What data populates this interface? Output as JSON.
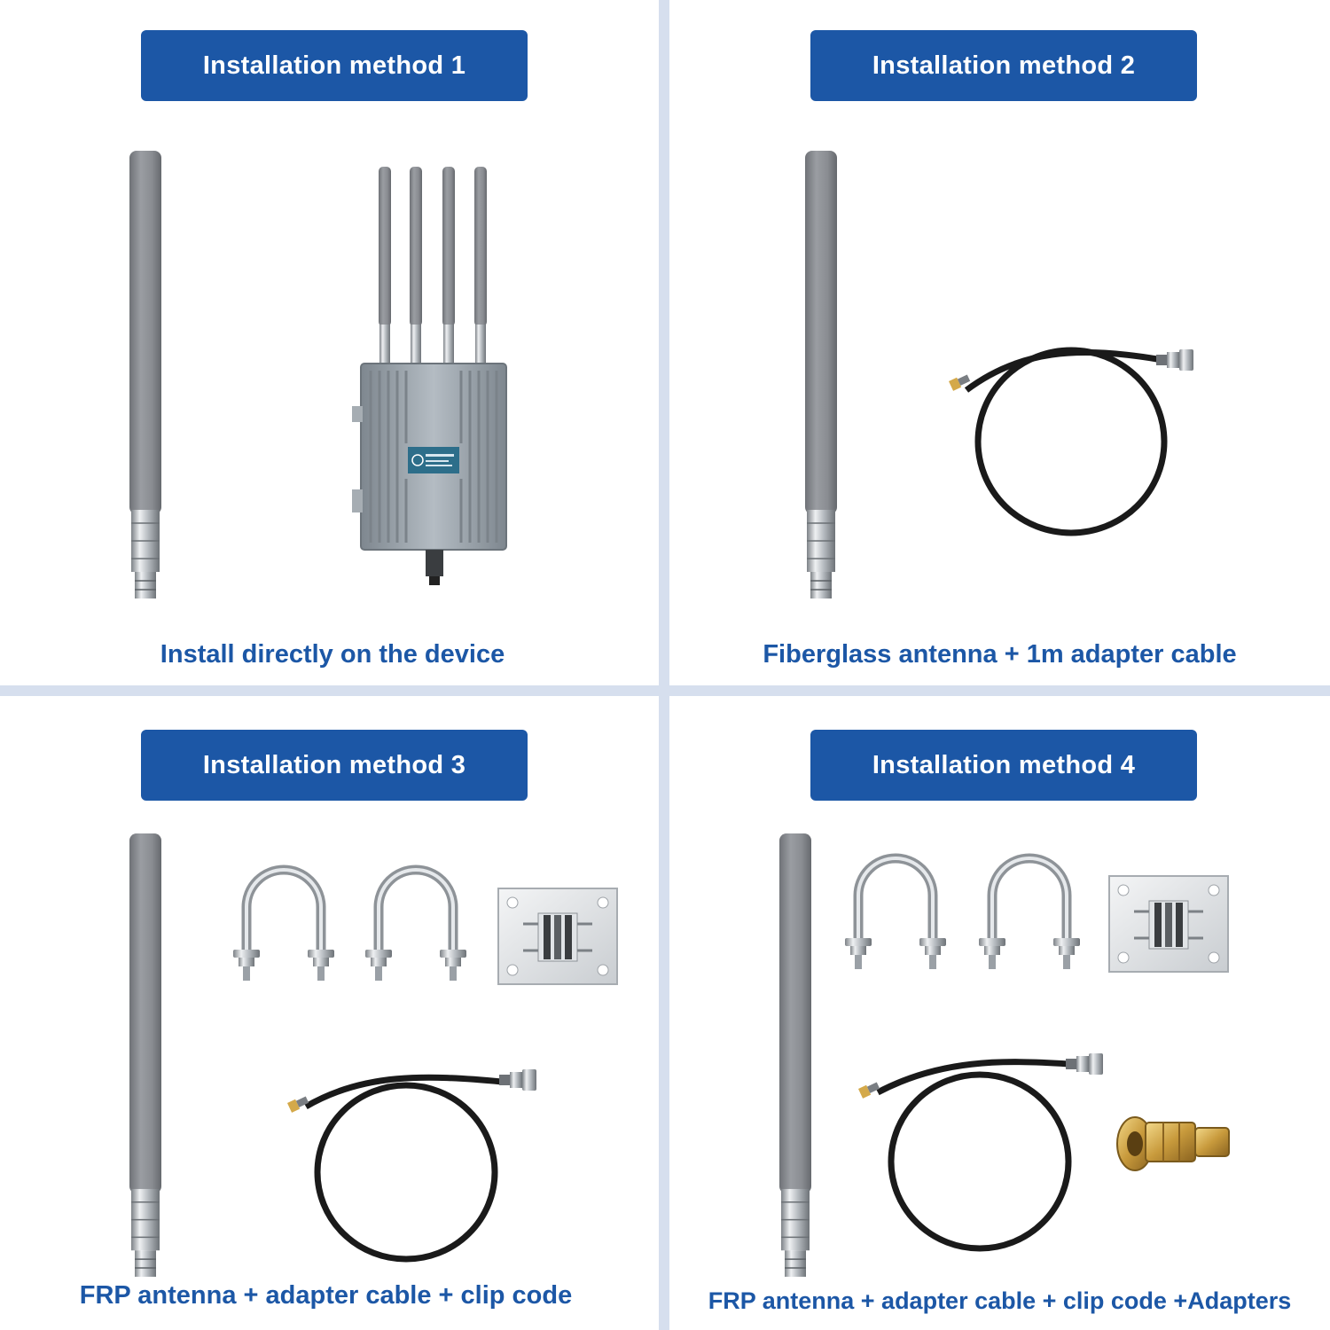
{
  "panels": [
    {
      "badge": "Installation method 1",
      "caption": "Install directly on the device"
    },
    {
      "badge": "Installation method 2",
      "caption": "Fiberglass antenna + 1m adapter cable"
    },
    {
      "badge": "Installation method 3",
      "caption": "FRP antenna + adapter cable + clip code"
    },
    {
      "badge": "Installation method 4",
      "caption": "FRP antenna + adapter cable + clip code +Adapters"
    }
  ],
  "colors": {
    "badge": "#1c57a6",
    "caption": "#1c57a6",
    "divider": "#d6dfee",
    "antenna": "#8a8c91",
    "device": "#9aa3ac",
    "cable": "#1a1a1a"
  },
  "icons": [
    "fiberglass-antenna-icon",
    "outdoor-access-point-icon",
    "adapter-cable-icon",
    "u-bolt-clamp-icon",
    "mounting-plate-icon",
    "sma-adapter-icon"
  ]
}
